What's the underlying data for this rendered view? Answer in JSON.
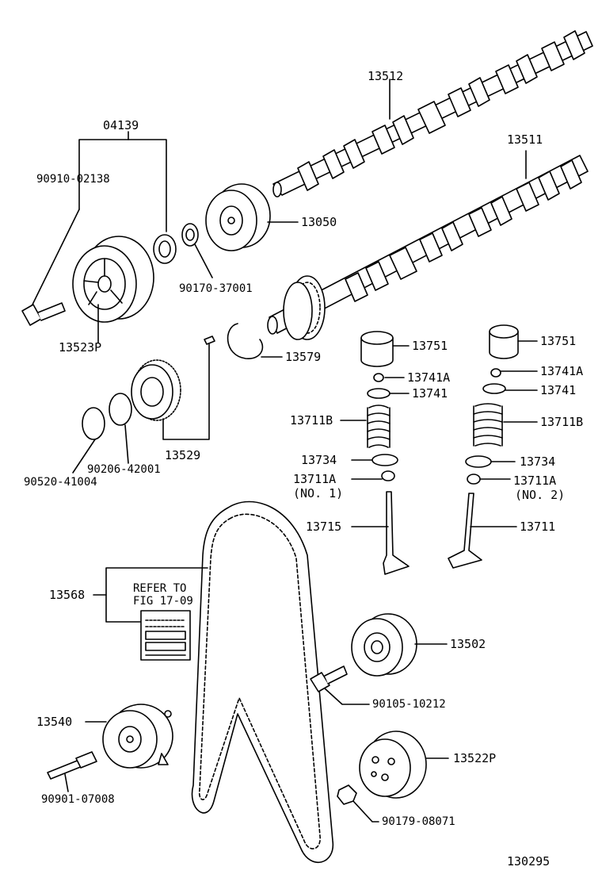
{
  "labels": {
    "p13512": "13512",
    "p13511": "13511",
    "p04139": "04139",
    "p90910": "90910-02138",
    "p13050": "13050",
    "p90170": "90170-37001",
    "p13523P": "13523P",
    "p13579": "13579",
    "p13751a": "13751",
    "p13751b": "13751",
    "p13741Aa": "13741A",
    "p13741Ab": "13741A",
    "p13741a": "13741",
    "p13741b": "13741",
    "p13711Ba": "13711B",
    "p13711Bb": "13711B",
    "p13734a": "13734",
    "p13734b": "13734",
    "p13711Aa": "13711A",
    "p13711Ab": "13711A",
    "no1": "(NO. 1)",
    "no2": "(NO. 2)",
    "p13715": "13715",
    "p13711": "13711",
    "p13529": "13529",
    "p90206": "90206-42001",
    "p90520": "90520-41004",
    "p13568": "13568",
    "refer1": "REFER TO",
    "refer2": "FIG 17-09",
    "p13502": "13502",
    "p90105": "90105-10212",
    "p13540": "13540",
    "p13522P": "13522P",
    "p90901": "90901-07008",
    "p90179": "90179-08071",
    "figno": "130295"
  }
}
